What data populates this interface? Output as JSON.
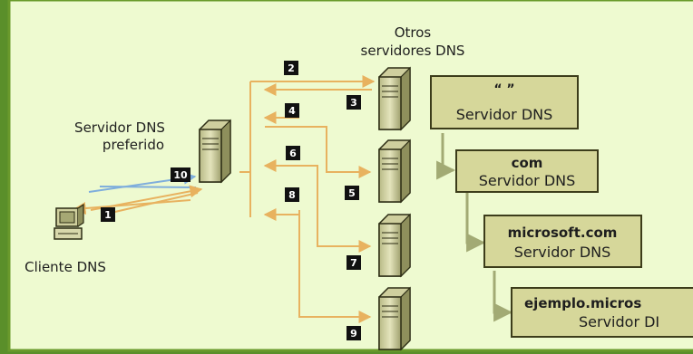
{
  "labels": {
    "other_servers_line1": "Otros",
    "other_servers_line2": "servidores DNS",
    "preferred_line1": "Servidor DNS",
    "preferred_line2": "preferido",
    "client": "Cliente DNS"
  },
  "zones": [
    {
      "name": "“  ”",
      "sub": "Servidor DNS"
    },
    {
      "name": "com",
      "sub": "Servidor DNS"
    },
    {
      "name": "microsoft.com",
      "sub": "Servidor DNS"
    },
    {
      "name": "ejemplo.micros",
      "sub": "Servidor DI"
    }
  ],
  "steps": [
    "1",
    "2",
    "3",
    "4",
    "5",
    "6",
    "7",
    "8",
    "9",
    "10"
  ],
  "colors": {
    "background": "#eefad0",
    "border": "#6a9a2c",
    "box_fill": "#d6d79a",
    "box_stroke": "#3c3c1a",
    "arrow_orange": "#e8b25f",
    "arrow_blue": "#7faedc",
    "tree_line": "#a2aa74",
    "badge": "#111111"
  }
}
